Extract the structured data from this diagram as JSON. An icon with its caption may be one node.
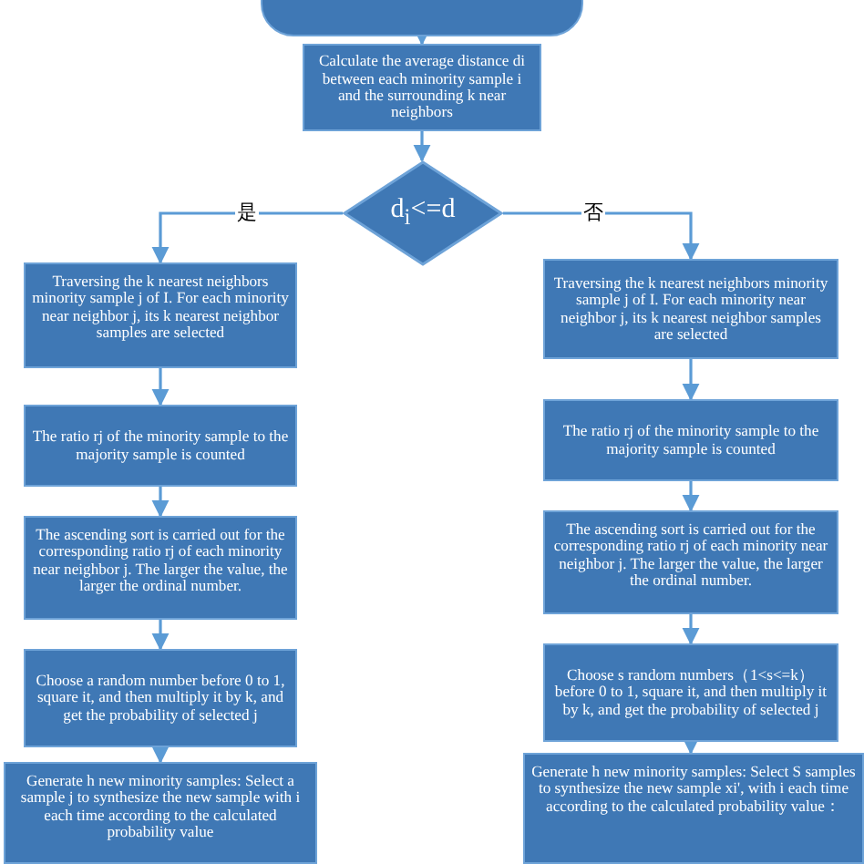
{
  "diagram": {
    "nodes": [
      {
        "text": [],
        "shape": "box"
      },
      {
        "text": [
          "Calculate the average distance di between each minority sample i and the surrounding k near neighbors"
        ]
      },
      {
        "text": [
          "d$_{i}$<=d"
        ]
      },
      {
        "text": [
          "Traversing the k nearest neighbors minority sample j of I. For each minority near neighbor j, its k nearest neighbor samples are selected"
        ]
      },
      {
        "text": [
          "The ratio rj of the minority sample to the majority sample is counted"
        ]
      },
      {
        "text": [
          "The ascending sort is carried out for the corresponding ratio rj of each minority near neighbor j. The larger the value, the larger the ordinal number."
        ]
      },
      {
        "text": [
          "Choose a random number before 0 to 1, square it, and then multiply it by k, and get the probability of selected j"
        ]
      },
      {
        "text": [
          "Generate h new minority samples: Select a sample j to synthesize the new sample with i each time according to the calculated probability value"
        ]
      },
      {
        "text": [
          "Traversing the k nearest neighbors minority sample j of I. For each minority near neighbor j, its k nearest neighbor samples are selected"
        ]
      },
      {
        "text": [
          "The ratio rj of the minority sample to the majority sample is counted"
        ]
      },
      {
        "text": [
          "The ascending sort is carried out for the corresponding ratio rj of each minority near neighbor j. The larger the value, the larger the ordinal number."
        ]
      },
      {
        "text": [
          "Choose s random numbers（1<s<=k） before 0 to 1, square it, and then multiply it by k, and get the probability of selected j"
        ]
      },
      {
        "text": [
          "Generate h new minority samples: Select S samples to synthesize the new sample xi', with i each time according to the calculated probability value："
        ]
      }
    ],
    "edges": [
      {
        "from": 0,
        "to": 1,
        "arrow": "to"
      },
      {
        "from": 1,
        "to": 2,
        "arrow": "to"
      },
      {
        "from": 2,
        "to": 3,
        "arrow": "to",
        "label": "是"
      },
      {
        "from": 2,
        "to": 8,
        "arrow": "to",
        "label": "否"
      },
      {
        "from": 3,
        "to": 4,
        "arrow": "to"
      },
      {
        "from": 4,
        "to": 5,
        "arrow": "to"
      },
      {
        "from": 5,
        "to": 6,
        "arrow": "to"
      },
      {
        "from": 6,
        "to": 7,
        "arrow": "to"
      },
      {
        "from": 8,
        "to": 9,
        "arrow": "to"
      },
      {
        "from": 9,
        "to": 10,
        "arrow": "to"
      },
      {
        "from": 10,
        "to": 11,
        "arrow": "to"
      },
      {
        "from": 11,
        "to": 12,
        "arrow": "to"
      }
    ]
  }
}
